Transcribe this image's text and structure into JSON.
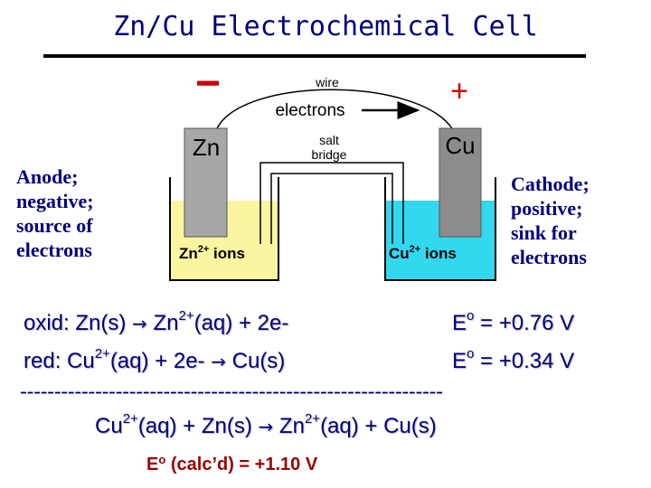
{
  "title": "Zn/Cu Electrochemical Cell",
  "diagram": {
    "minus_sign": "−",
    "plus_sign": "+",
    "wire_label": "wire",
    "electrons_label": "electrons",
    "anode_electrode": "Zn",
    "cathode_electrode": "Cu",
    "salt_bridge_line1": "salt",
    "salt_bridge_line2": "bridge",
    "anode_solution": "Zn2+ ions",
    "cathode_solution": "Cu2+ ions",
    "colors": {
      "anode_solution": "#faf5a0",
      "cathode_solution": "#32d8ee",
      "electrode_zn": "#a7a7a7",
      "electrode_cu": "#8c8c8c",
      "polarity": "#cc0000"
    }
  },
  "anode_label": [
    "Anode;",
    "negative;",
    "source of",
    "electrons"
  ],
  "cathode_label": [
    "Cathode;",
    "positive;",
    "sink for",
    "electrons"
  ],
  "equations": {
    "oxidation": {
      "prefix": "oxid: Zn(s) ",
      "arrow": "→",
      "product_base": " Zn",
      "product_charge": "2+",
      "product_rest": "(aq)  +  2e-",
      "potential_e": "E",
      "potential_o": "o",
      "potential_value": " = +0.76 V"
    },
    "reduction": {
      "prefix": "red:  Cu",
      "charge": "2+",
      "reactant_rest": "(aq)  +  2e- ",
      "arrow": "→",
      "product": " Cu(s)",
      "potential_e": "E",
      "potential_o": "o",
      "potential_value": " = +0.34 V"
    },
    "divider": "--------------------------------------------------------------",
    "overall": {
      "cu": "Cu",
      "cu_charge": "2+",
      "middle": "(aq)  +  Zn(s) ",
      "arrow": "→",
      "zn": " Zn",
      "zn_charge": "2+",
      "end": "(aq)  +  Cu(s)"
    },
    "calc": {
      "e": "E",
      "o": "o",
      "value": " (calc’d) = +1.10 V"
    }
  }
}
